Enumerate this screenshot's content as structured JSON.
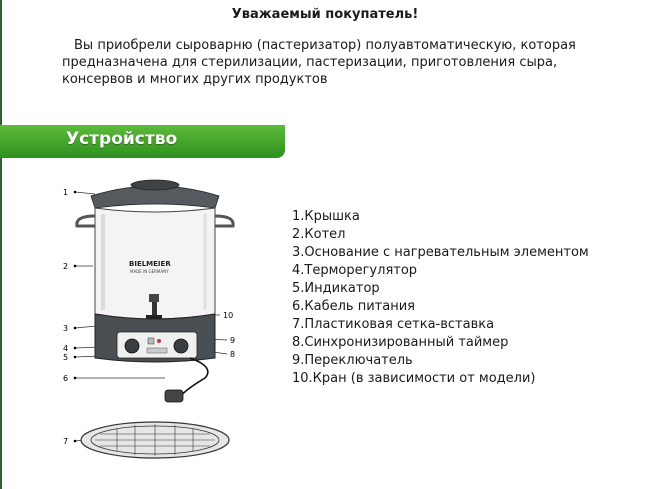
{
  "header": {
    "title": "Уважаемый покупатель!",
    "intro_lines": [
      "Вы приобрели сыроварню (пастеризатор) полуавтоматическую, которая",
      "предназначена для стерилизации, пастеризации, приготовления сыра,",
      "консервов и многих других продуктов"
    ]
  },
  "section": {
    "title": "Устройство",
    "accent_color": "#3c9c2a"
  },
  "device": {
    "brand": "BIELMEIER",
    "brand_sub": "MADE IN GERMANY",
    "callouts": [
      "1",
      "2",
      "3",
      "4",
      "5",
      "6",
      "7",
      "8",
      "9",
      "10"
    ]
  },
  "parts": [
    "1.Крышка",
    "2.Котел",
    "3.Основание с нагревательным элементом",
    "4.Терморегулятор",
    "5.Индикатор",
    "6.Кабель питания",
    "7.Пластиковая сетка-вставка",
    "8.Синхронизированный таймер",
    "9.Переключатель",
    "10.Кран (в зависимости от модели)"
  ]
}
